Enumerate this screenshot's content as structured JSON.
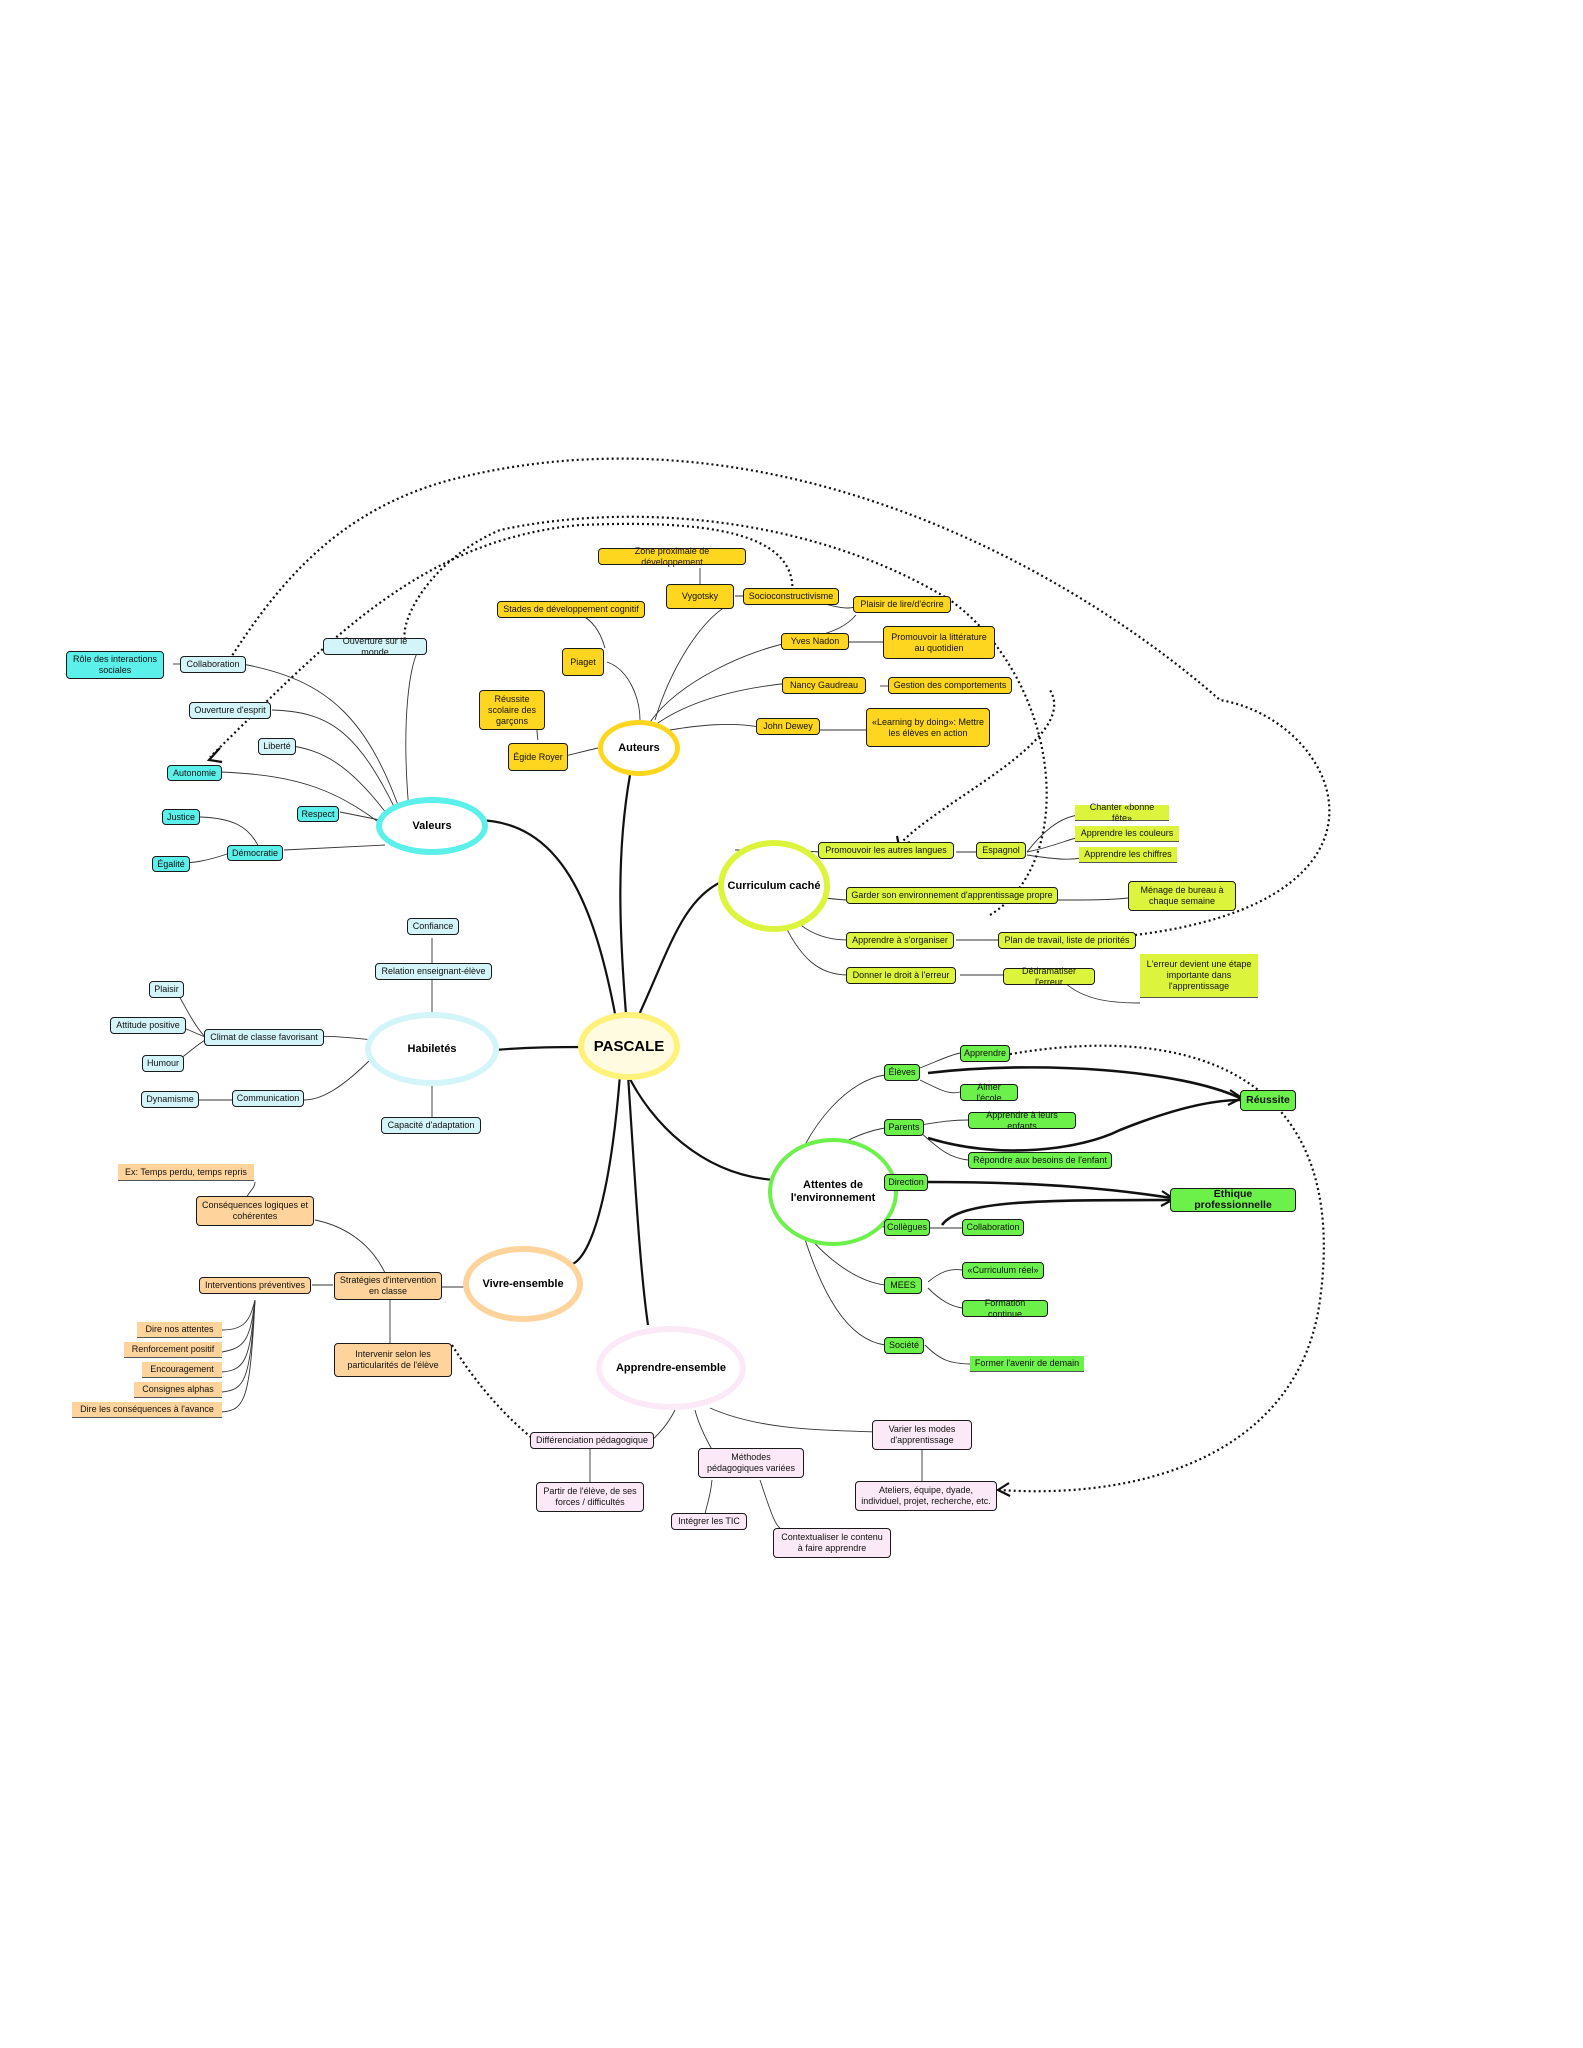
{
  "center": "PASCALE",
  "branches": {
    "valeurs": "Valeurs",
    "auteurs": "Auteurs",
    "curriculum": "Curriculum caché",
    "habiletes": "Habiletés",
    "attentes": "Attentes de l'environnement",
    "vivre": "Vivre-ensemble",
    "apprendre": "Apprendre-ensemble"
  },
  "valeurs": {
    "role_interactions": "Rôle des interactions sociales",
    "collaboration": "Collaboration",
    "ouverture_monde": "Ouverture sur le monde",
    "ouverture_esprit": "Ouverture d'esprit",
    "liberte": "Liberté",
    "autonomie": "Autonomie",
    "respect": "Respect",
    "justice": "Justice",
    "democratie": "Démocratie",
    "egalite": "Égalité"
  },
  "auteurs": {
    "zone_proximale": "Zone proximale de développement",
    "vygotsky": "Vygotsky",
    "socioconstructivisme": "Socioconstructivisme",
    "stades": "Stades de développement cognitif",
    "piaget": "Piaget",
    "plaisir_lire": "Plaisir de lire/d'écrire",
    "yves_nadon": "Yves Nadon",
    "promouvoir_litterature": "Promouvoir la littérature au quotidien",
    "reussite_garcons": "Réussite scolaire des garçons",
    "nancy_gaudreau": "Nancy Gaudreau",
    "gestion_comportements": "Gestion des comportements",
    "egide_royer": "Égide Royer",
    "john_dewey": "John Dewey",
    "learning_by_doing": "«Learning by doing»: Mettre les élèves en action"
  },
  "curriculum": {
    "promouvoir_langues": "Promouvoir les autres langues",
    "espagnol": "Espagnol",
    "chanter": "Chanter «bonne fête»",
    "couleurs": "Apprendre les couleurs",
    "chiffres": "Apprendre les chiffres",
    "garder_env": "Garder son environnement d'apprentissage propre",
    "menage": "Ménage de bureau à chaque semaine",
    "sorganiser": "Apprendre à s'organiser",
    "plan_travail": "Plan de travail, liste de priorités",
    "droit_erreur": "Donner le droit à l'erreur",
    "dedramatiser": "Dédramatiser l'erreur",
    "etape_importante": "L'erreur devient une étape importante dans l'apprentissage"
  },
  "habiletes": {
    "confiance": "Confiance",
    "relation": "Relation enseignant-élève",
    "plaisir": "Plaisir",
    "attitude": "Attitude positive",
    "climat": "Climat de classe favorisant",
    "humour": "Humour",
    "dynamisme": "Dynamisme",
    "communication": "Communication",
    "adaptation": "Capacité d'adaptation"
  },
  "attentes": {
    "eleves": "Élèves",
    "apprendre": "Apprendre",
    "aimer_ecole": "Aimer l'école",
    "parents": "Parents",
    "apprendre_enfants": "Apprendre à leurs enfants",
    "repondre_besoins": "Répondre aux besoins de l'enfant",
    "direction": "Direction",
    "collegues": "Collègues",
    "collaboration": "Collaboration",
    "mees": "MEES",
    "curriculum_reel": "«Curriculum réel»",
    "formation_continue": "Formation continue",
    "societe": "Société",
    "former_avenir": "Former l'avenir de demain",
    "reussite": "Réussite",
    "ethique": "Éthique professionnelle"
  },
  "vivre": {
    "ex_temps": "Ex: Temps perdu, temps repris",
    "consequences": "Conséquences logiques et cohérentes",
    "strategies": "Stratégies d'intervention en classe",
    "interventions_preventives": "Interventions préventives",
    "dire_attentes": "Dire nos attentes",
    "renforcement": "Renforcement positif",
    "encouragement": "Encouragement",
    "consignes": "Consignes alphas",
    "dire_consequences": "Dire les conséquences à l'avance",
    "intervenir": "Intervenir selon les particularités de l'élève"
  },
  "apprendre": {
    "differenciation": "Différenciation pédagogique",
    "partir_eleve": "Partir de l'élève, de ses forces / difficultés",
    "methodes": "Méthodes pédagogiques variées",
    "integrer_tic": "Intégrer les TIC",
    "contextualiser": "Contextualiser le contenu à faire apprendre",
    "varier_modes": "Varier les modes d'apprentissage",
    "ateliers": "Ateliers, équipe, dyade, individuel, projet, recherche, etc."
  },
  "colors": {
    "cyan": "#5cf0ea",
    "yellow": "#ffd61f",
    "lime": "#dcf53c",
    "green": "#6cf04a",
    "orange": "#ffd49c",
    "pink": "#fbe9f7",
    "lightblue": "#d3f4f8"
  }
}
